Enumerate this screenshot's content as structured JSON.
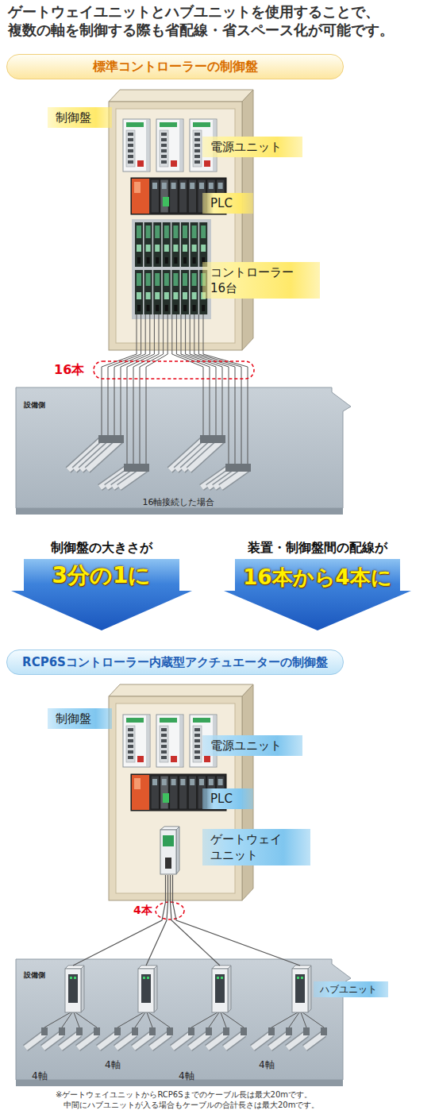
{
  "diagram": {
    "title": "ゲートウェイユニットとハブユニットを使用することで、 複数の軸を制御する際も省配線・省スペース化が可能です。",
    "caption": "※ゲートウェイユニットからRCP6Sまでのケーブル長は最大20mです。 中間にハブユニットが入る場合もケーブルの合計長さは最大20mです。",
    "nodes": [
      {
        "text": [
          "標準コントローラーの制御盤"
        ]
      },
      {
        "text": [
          "制御盤"
        ]
      },
      {
        "text": [
          "設備側",
          "16軸接続した場合"
        ]
      },
      {
        "text": [
          "制御盤の大きさが",
          "3分の1に"
        ]
      },
      {
        "text": [
          "装置・制御盤間の配線が",
          "16本から4本に"
        ]
      },
      {
        "text": [
          "RCP6Sコントローラー内蔵型アクチュエーターの制御盤"
        ]
      },
      {
        "text": [
          "制御盤"
        ]
      },
      {
        "text": [
          "ゲートウェイ ユニット"
        ],
        "in": 6
      },
      {
        "text": [
          "設備側"
        ]
      },
      {
        "text": [
          "4軸"
        ],
        "in": 8
      },
      {
        "text": [
          "4軸"
        ],
        "in": 8
      },
      {
        "text": [
          "4軸"
        ],
        "in": 8
      },
      {
        "text": [
          "ハブユニット",
          "4軸"
        ],
        "in": 8
      }
    ],
    "edges": [
      {
        "from": 7,
        "to": 9,
        "arrow": "none"
      },
      {
        "from": 7,
        "to": 10,
        "arrow": "none"
      },
      {
        "from": 7,
        "to": 11,
        "arrow": "none"
      },
      {
        "from": 7,
        "to": 12,
        "arrow": "none"
      }
    ],
    "labels": [
      "電源ユニット",
      "PLC",
      "コントローラー 16台",
      "16本",
      "電源ユニット",
      "PLC",
      "4本"
    ]
  }
}
